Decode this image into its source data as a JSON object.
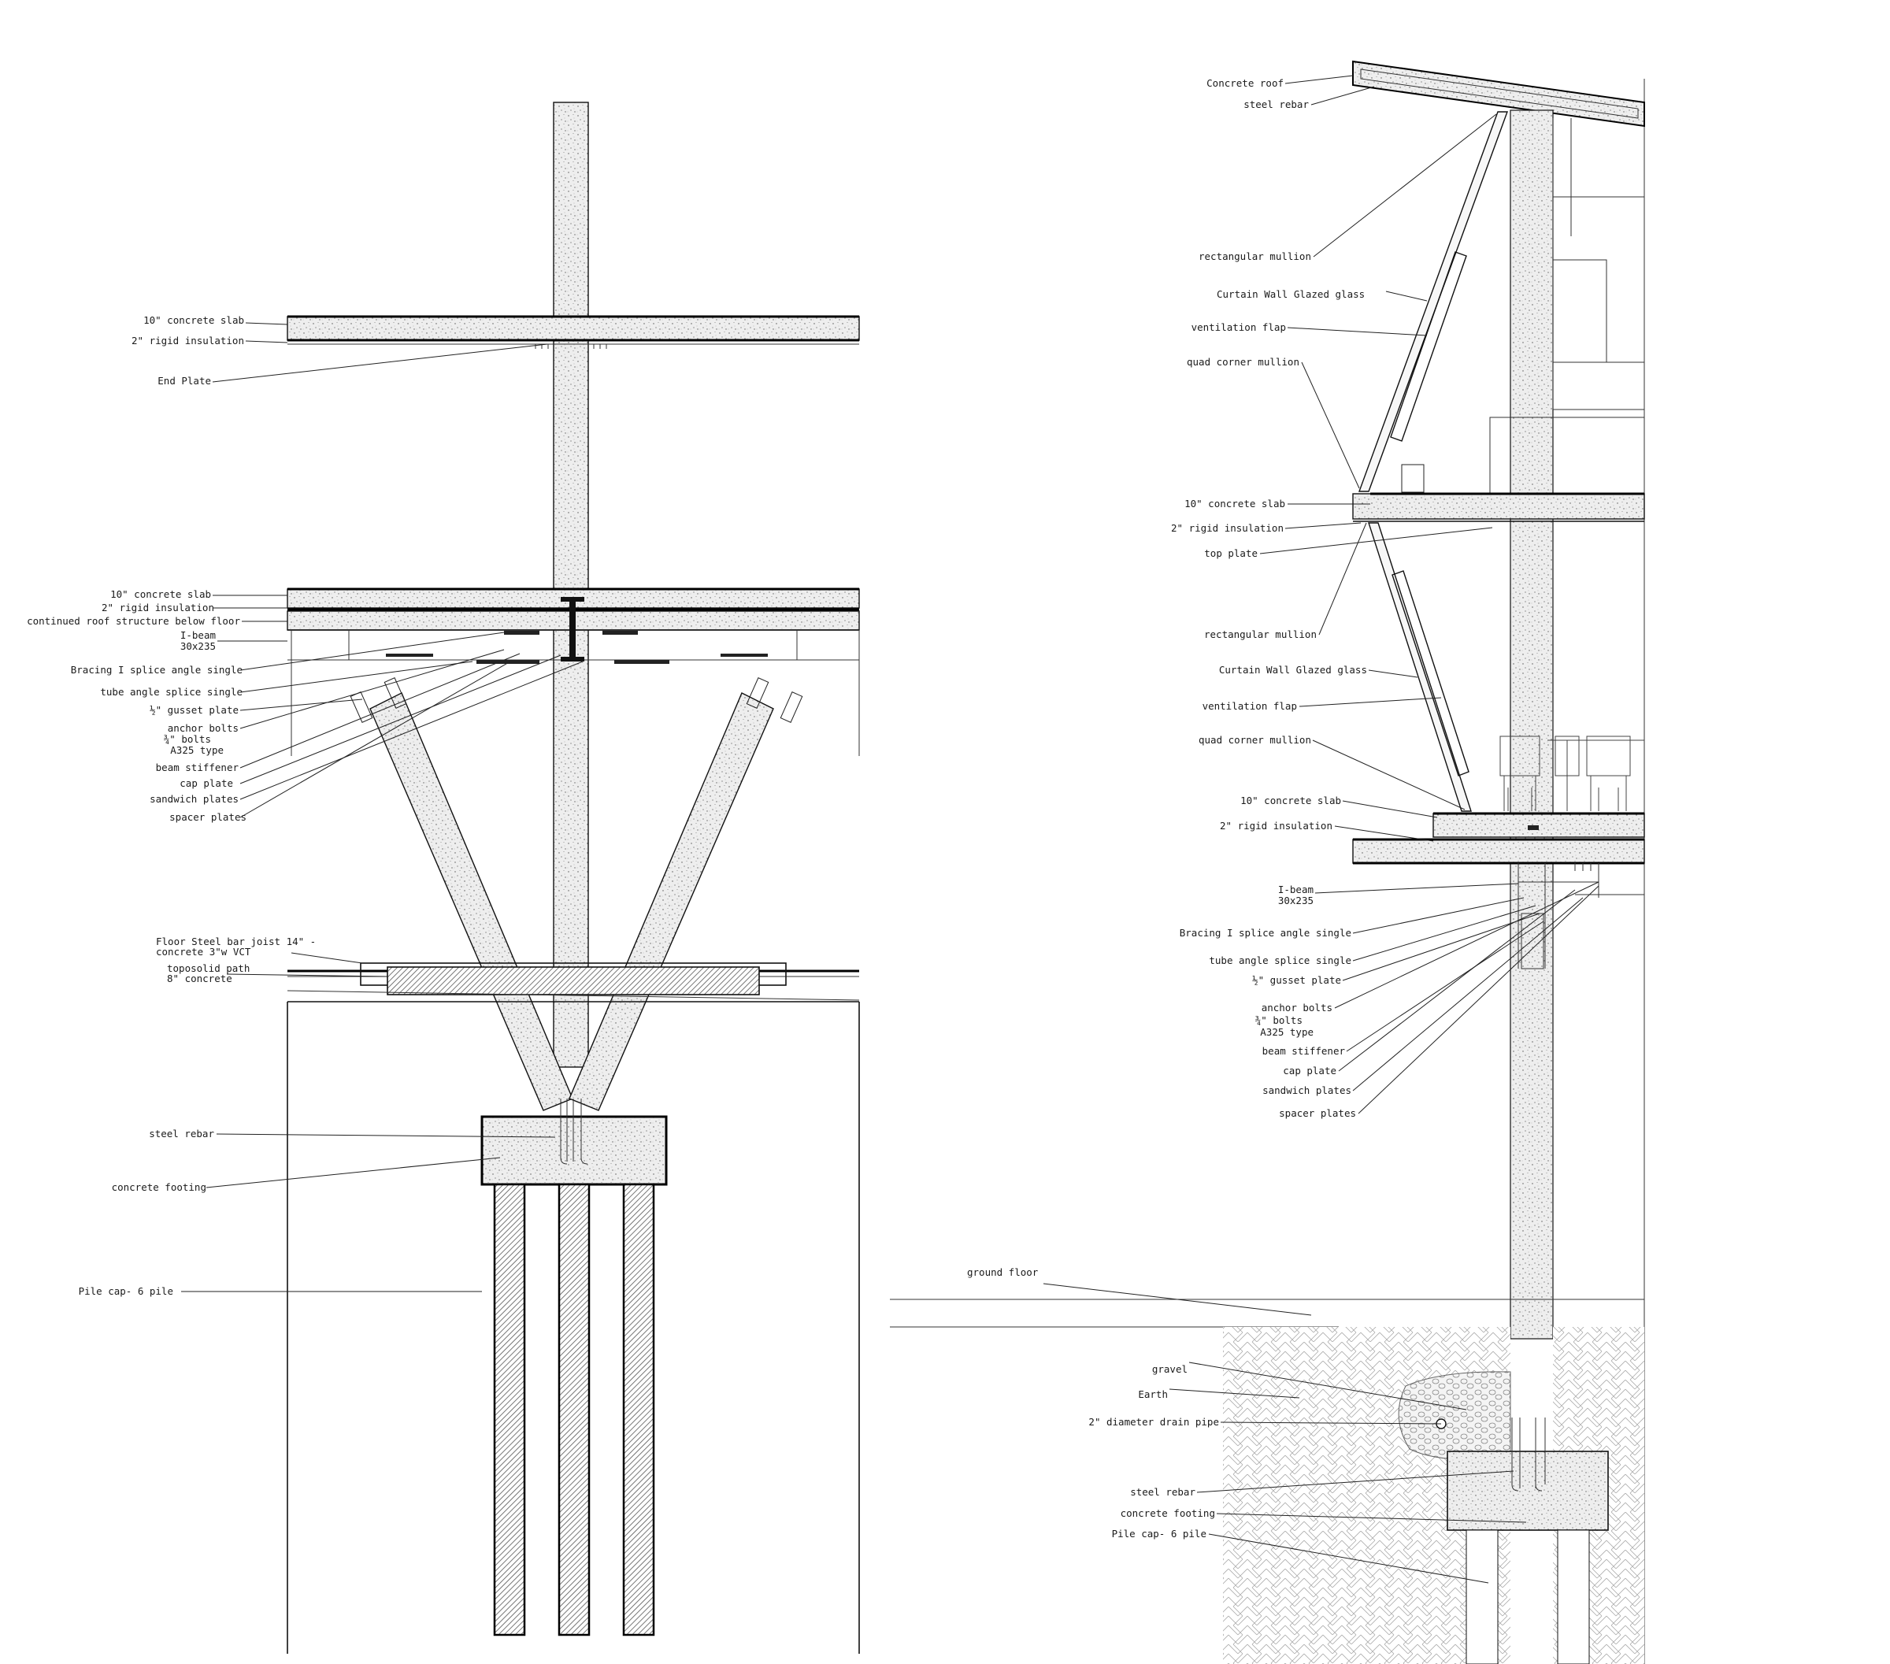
{
  "left_detail": {
    "labels": [
      "10\" concrete slab",
      "2\" rigid insulation",
      "End Plate",
      "10\" concrete slab",
      "2\" rigid insulation",
      "continued roof structure below floor",
      "I-beam",
      "30x235",
      "Bracing I splice angle single",
      "tube angle splice single",
      "½\" gusset plate",
      "anchor bolts",
      "¾\" bolts",
      "A325 type",
      "beam stiffener",
      "cap plate",
      "sandwich plates",
      "spacer plates",
      "Floor Steel bar joist 14\" -",
      "concrete 3\"w VCT",
      "toposolid path",
      "8\" concrete",
      "steel rebar",
      "concrete footing",
      "Pile cap- 6 pile"
    ]
  },
  "right_detail": {
    "labels": [
      "Concrete roof",
      "steel rebar",
      "rectangular mullion",
      "Curtain Wall Glazed glass",
      "ventilation flap",
      "quad corner mullion",
      "10\" concrete slab",
      "2\" rigid insulation",
      "top plate",
      "rectangular mullion",
      "Curtain Wall Glazed glass",
      "ventilation flap",
      "quad corner mullion",
      "10\" concrete slab",
      "2\" rigid insulation",
      "I-beam",
      "30x235",
      "Bracing I splice angle single",
      "tube angle splice single",
      "½\" gusset plate",
      "anchor bolts",
      "¾\" bolts",
      "A325 type",
      "beam stiffener",
      "cap plate",
      "sandwich plates",
      "spacer plates",
      "ground floor",
      "gravel",
      "Earth",
      "2\" diameter drain pipe",
      "steel rebar",
      "concrete footing",
      "Pile cap- 6 pile"
    ]
  }
}
